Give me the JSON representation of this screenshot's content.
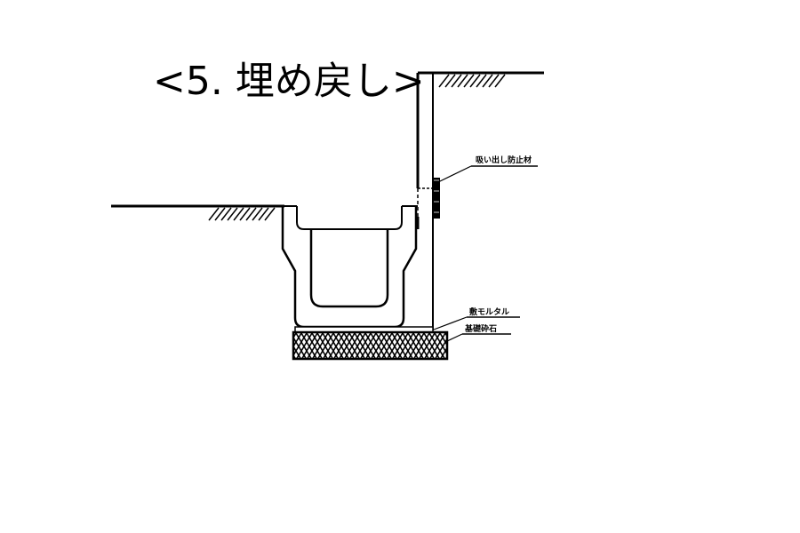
{
  "title": "<5. 埋め戻し>",
  "labels": {
    "suction_prevention": "吸い出し防止材",
    "bed_mortar": "敷モルタル",
    "base_crushed_stone": "基礎砕石"
  },
  "colors": {
    "line": "#000000",
    "background": "#ffffff"
  }
}
